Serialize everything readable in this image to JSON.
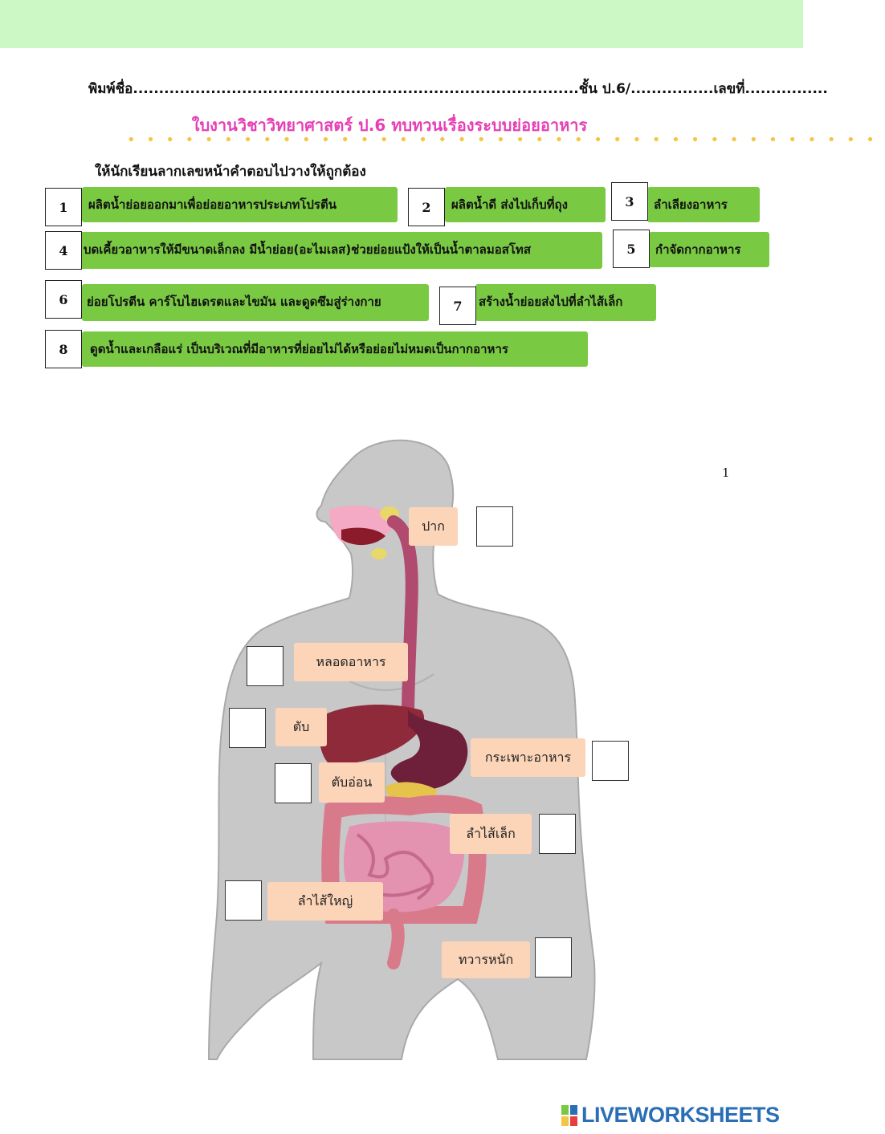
{
  "header": {
    "name_line": "พิมพ์ชื่อ......................................................................................ชั้น ป.6/................เลขที่................",
    "title": "ใบงานวิชาวิทยาศาสตร์ ป.6 ทบทวนเรื่องระบบย่อยอาหาร",
    "dots": "•••••••••••••••••••••••••••••••••••••••",
    "instruction": "ให้นักเรียนลากเลขหน้าคำตอบไปวางให้ถูกต้อง"
  },
  "answers": [
    {
      "number": "1",
      "text": "ผลิตน้ำย่อยออกมาเพื่อย่อยอาหารประเภทโปรตีน"
    },
    {
      "number": "2",
      "text": "ผลิตน้ำดี ส่งไปเก็บที่ถุง"
    },
    {
      "number": "3",
      "text": "ลำเลียงอาหาร"
    },
    {
      "number": "4",
      "text": "บดเคี้ยวอาหารให้มีขนาดเล็กลง มีน้ำย่อย(อะไมเลส)ช่วยย่อยแป้งให้เป็นน้ำตาลมอสโทส"
    },
    {
      "number": "5",
      "text": "กำจัดกากอาหาร"
    },
    {
      "number": "6",
      "text": "ย่อยโปรตีน คาร์โบไฮเดรตและไขมัน และดูดซึมสู่ร่างกาย"
    },
    {
      "number": "7",
      "text": "สร้างน้ำย่อยส่งไปที่ลำไส้เล็ก"
    },
    {
      "number": "8",
      "text": "ดูดน้ำและเกลือแร่ เป็นบริเวณที่มีอาหารที่ย่อยไม่ได้หรือย่อยไม่หมดเป็นกากอาหาร"
    }
  ],
  "organs": [
    {
      "label": "ปาก"
    },
    {
      "label": "หลอดอาหาร"
    },
    {
      "label": "ตับ"
    },
    {
      "label": "กระเพาะอาหาร"
    },
    {
      "label": "ตับอ่อน"
    },
    {
      "label": "ลำไส้เล็ก"
    },
    {
      "label": "ลำไส้ใหญ่"
    },
    {
      "label": "ทวารหนัก"
    }
  ],
  "page_number": "1",
  "brand": {
    "name": "LIVEWORKSHEETS",
    "color": "#2a6fb5"
  },
  "colors": {
    "green": "#7ac943",
    "label": "#fcd5b8",
    "title": "#e63fb5",
    "topbar": "#ccf8c6"
  }
}
